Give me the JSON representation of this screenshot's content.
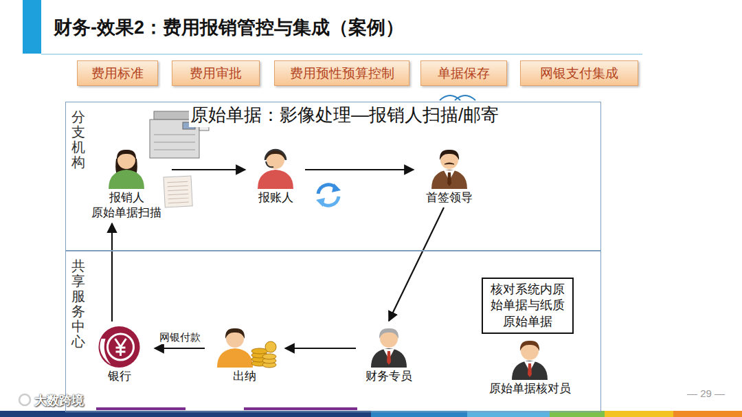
{
  "diagram": {
    "title": "财务-效果2：费用报销管控与集成（案例）",
    "nodes": [
      {
        "text": [
          "费用标准"
        ]
      },
      {
        "text": [
          "费用审批"
        ]
      },
      {
        "text": [
          "费用预性预算控制"
        ]
      },
      {
        "text": [
          "单据保存"
        ]
      },
      {
        "text": [
          "网银支付集成"
        ]
      },
      {
        "text": [
          "分支机构"
        ]
      },
      {
        "text": [
          "报销人 原始单据扫描"
        ],
        "in": 5
      },
      {
        "text": [
          "报账人"
        ],
        "in": 5
      },
      {
        "text": [
          "首签领导"
        ],
        "in": 5
      },
      {
        "text": [
          "共享服务中心"
        ]
      },
      {
        "text": [
          "银行"
        ],
        "in": 9
      },
      {
        "text": [
          "出纳"
        ],
        "in": 9
      },
      {
        "text": [
          "财务专员"
        ],
        "in": 9
      },
      {
        "text": [
          "核对系统内原始单据与纸质原始单据"
        ],
        "in": 9
      },
      {
        "text": [
          "原始单据核对员"
        ],
        "in": 9
      }
    ],
    "edges": [
      {
        "from": 6,
        "to": 7,
        "arrow": "to"
      },
      {
        "from": 7,
        "to": 8,
        "arrow": "to"
      },
      {
        "from": 8,
        "to": 12,
        "arrow": "to"
      },
      {
        "from": 12,
        "to": 11,
        "arrow": "to"
      },
      {
        "from": 11,
        "to": 10,
        "label": "网银付款",
        "arrow": "to"
      },
      {
        "from": 10,
        "to": 6,
        "arrow": "to"
      }
    ],
    "labels": [
      "原始单据：影像处理—报销人扫描/邮寄",
      "— 29 —",
      "大数跨境"
    ]
  }
}
